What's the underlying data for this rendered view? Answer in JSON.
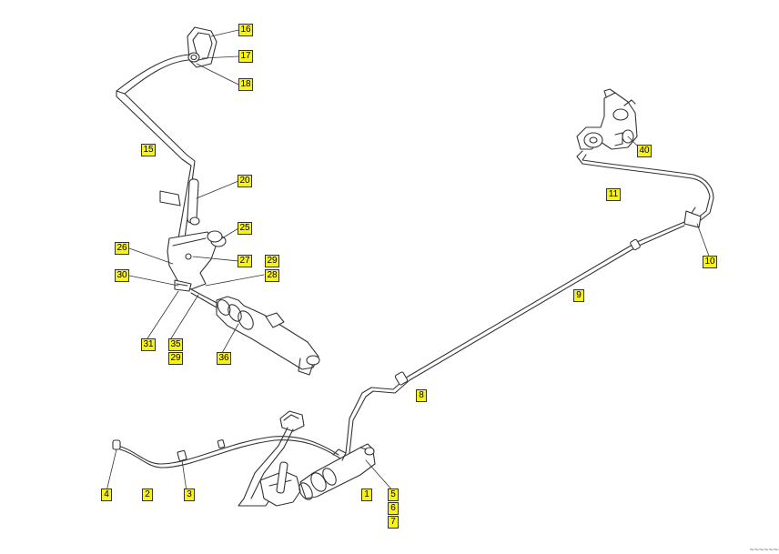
{
  "callouts": {
    "c16": "16",
    "c17": "17",
    "c18": "18",
    "c15": "15",
    "c20": "20",
    "c25": "25",
    "c26": "26",
    "c27": "27",
    "c29a": "29",
    "c28": "28",
    "c30": "30",
    "c31": "31",
    "c35": "35",
    "c29b": "29",
    "c36": "36",
    "c40": "40",
    "c11": "11",
    "c10": "10",
    "c9": "9",
    "c8": "8",
    "c4": "4",
    "c2": "2",
    "c3": "3",
    "c1": "1",
    "c5": "5",
    "c6": "6",
    "c7": "7"
  },
  "colors": {
    "callout_fill": "#f7f21a",
    "line": "#333333"
  },
  "footer": "~~~~~~~~~~"
}
